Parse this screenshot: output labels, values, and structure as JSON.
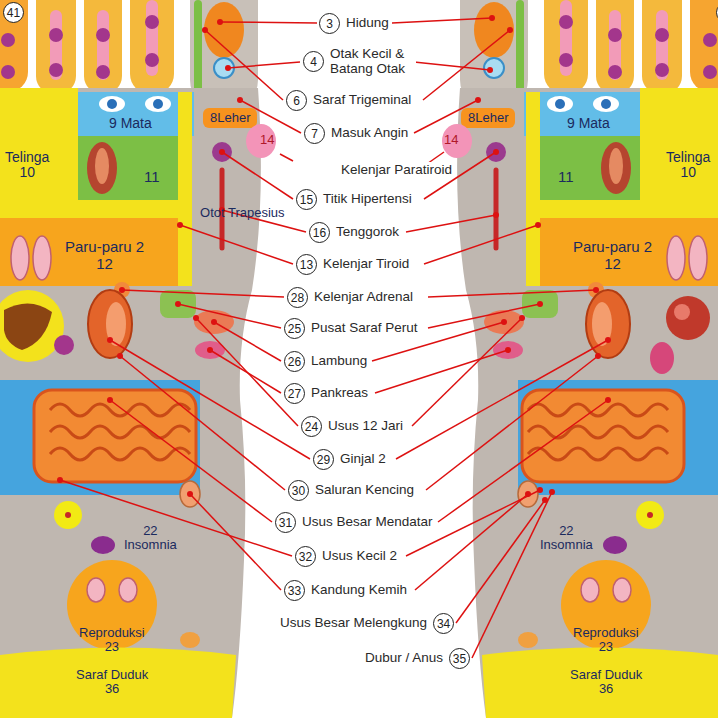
{
  "diagram": {
    "nodes": [
      {
        "text": [
          "9 Mata"
        ]
      },
      {
        "text": [
          "8Leher"
        ]
      },
      {
        "text": [
          "14"
        ]
      },
      {
        "text": [
          "Telinga",
          "10"
        ]
      },
      {
        "text": [
          "11"
        ]
      },
      {
        "text": [
          "Paru-paru 2",
          "12"
        ]
      },
      {
        "text": [
          "22",
          "Insomnia"
        ]
      },
      {
        "text": [
          "Reproduksi",
          "23"
        ]
      },
      {
        "text": [
          "Saraf Duduk",
          "36"
        ]
      },
      {
        "text": [
          "3",
          "Hidung"
        ]
      },
      {
        "text": [
          "4",
          "Otak Kecil & Batang Otak"
        ]
      },
      {
        "text": [
          "6",
          "Saraf Trigeminal"
        ]
      },
      {
        "text": [
          "7",
          "Masuk Angin"
        ]
      },
      {
        "text": [
          "15",
          "Titik Hipertensi"
        ]
      },
      {
        "text": [
          "16",
          "Tenggorok"
        ]
      },
      {
        "text": [
          "13",
          "Kelenjar Tiroid"
        ]
      },
      {
        "text": [
          "28",
          "Kelenjar Adrenal"
        ]
      },
      {
        "text": [
          "25",
          "Pusat Saraf Perut"
        ]
      },
      {
        "text": [
          "26",
          "Lambung"
        ]
      },
      {
        "text": [
          "27",
          "Pankreas"
        ]
      },
      {
        "text": [
          "24",
          "Usus 12 Jari"
        ]
      },
      {
        "text": [
          "29",
          "Ginjal 2"
        ]
      },
      {
        "text": [
          "30",
          "Saluran Kencing"
        ]
      },
      {
        "text": [
          "31",
          "Usus Besar Mendatar"
        ]
      },
      {
        "text": [
          "32",
          "Usus Kecil 2"
        ]
      },
      {
        "text": [
          "33",
          "Kandung Kemih"
        ]
      },
      {
        "text": [
          "Usus Besar Melengkung",
          "34"
        ]
      },
      {
        "text": [
          "Dubur / Anus",
          "35"
        ]
      },
      {
        "text": [
          "9 Mata"
        ]
      },
      {
        "text": [
          "8Leher"
        ]
      },
      {
        "text": [
          "14"
        ]
      },
      {
        "text": [
          "Telinga",
          "10"
        ]
      },
      {
        "text": [
          "11"
        ]
      },
      {
        "text": [
          "Paru-paru 2",
          "12"
        ]
      },
      {
        "text": [
          "22",
          "Insomnia"
        ]
      },
      {
        "text": [
          "Reproduksi",
          "23"
        ]
      },
      {
        "text": [
          "Saraf Duduk",
          "36"
        ]
      }
    ],
    "labels": [
      "41",
      "4",
      "Kelenjar Paratiroid",
      "Otot Trapesius",
      "Otot Trapesius"
    ]
  }
}
